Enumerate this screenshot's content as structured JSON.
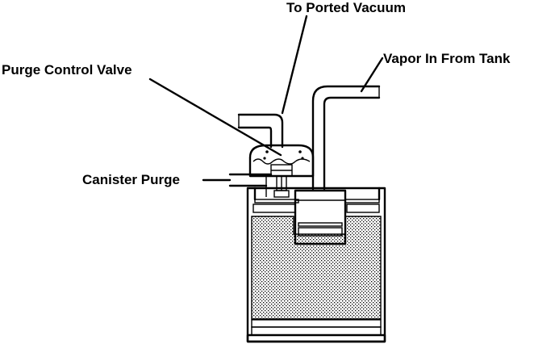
{
  "labels": {
    "ported_vacuum": "To Ported Vacuum",
    "vapor_in": "Vapor In From Tank",
    "purge_valve": "Purge Control Valve",
    "canister_purge": "Canister Purge"
  },
  "colors": {
    "ink": "#000000",
    "background": "#ffffff"
  }
}
